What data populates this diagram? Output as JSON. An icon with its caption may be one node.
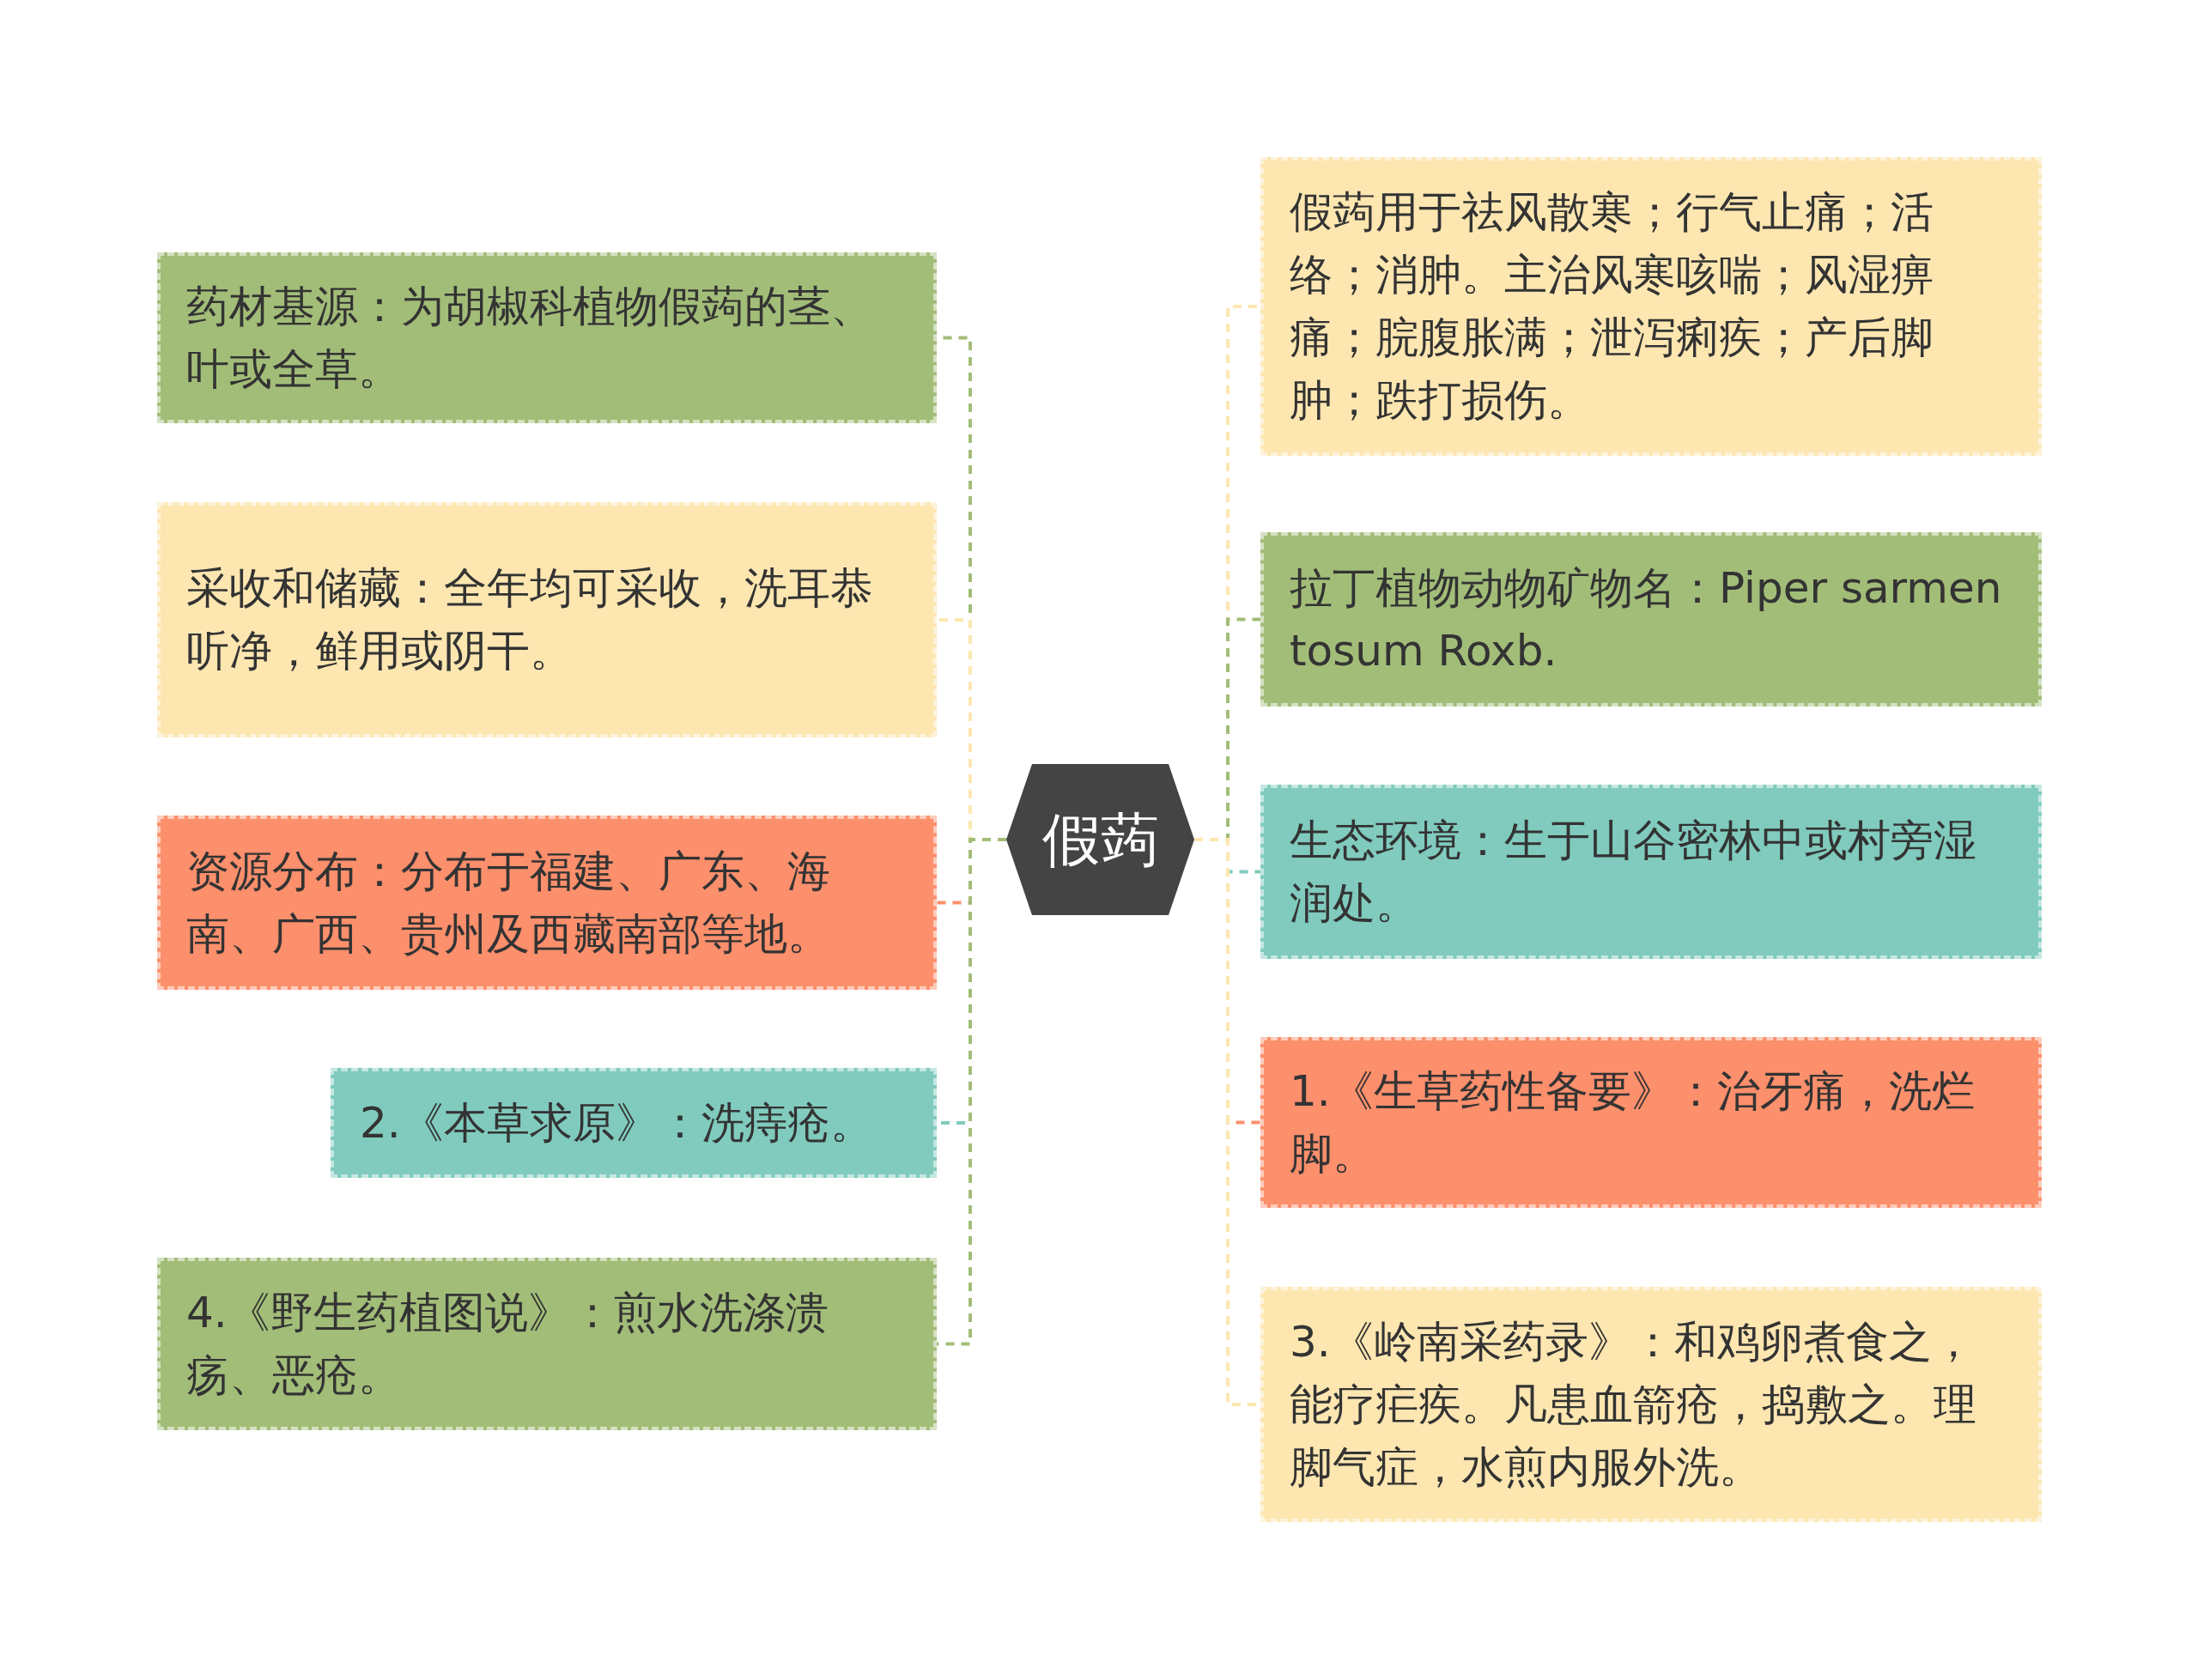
{
  "diagram": {
    "nodes": [
      {
        "text": [
          "假蒟"
        ]
      },
      {
        "text": [
          "药材基源：为胡椒科植物假蒟的茎、叶或全草。"
        ]
      },
      {
        "text": [
          "采收和储藏：全年均可采收，洗耳恭听净，鲜用或阴干。"
        ]
      },
      {
        "text": [
          "资源分布：分布于福建、广东、海南、广西、贵州及西藏南部等地。"
        ]
      },
      {
        "text": [
          "2.《本草求原》：洗痔疮。"
        ]
      },
      {
        "text": [
          "4.《野生药植图说》：煎水洗涤溃疡、恶疮。"
        ]
      },
      {
        "text": [
          "假蒟用于祛风散寒；行气止痛；活络；消肿。主治风寒咳喘；风湿痹痛；脘腹胀满；泄泻痢疾；产后脚肿；跌打损伤。"
        ]
      },
      {
        "text": [
          "拉丁植物动物矿物名：Piper sarmentosum Roxb."
        ]
      },
      {
        "text": [
          "生态环境：生于山谷密林中或村旁湿润处。"
        ]
      },
      {
        "text": [
          "1.《生草药性备要》：治牙痛，洗烂脚。"
        ]
      },
      {
        "text": [
          "3.《岭南采药录》：和鸡卵煮食之，能疗疟疾。凡患血箭疮，捣敷之。理脚气症，水煎内服外洗。"
        ]
      }
    ],
    "edges": [
      {
        "from": 0,
        "to": 1,
        "arrow": "none",
        "style": "dashed",
        "color": "#a2bd78"
      },
      {
        "from": 0,
        "to": 2,
        "arrow": "none",
        "style": "dashed",
        "color": "#fde6b0"
      },
      {
        "from": 0,
        "to": 3,
        "arrow": "none",
        "style": "dashed",
        "color": "#fc8f6c"
      },
      {
        "from": 0,
        "to": 4,
        "arrow": "none",
        "style": "dashed",
        "color": "#80cbbd"
      },
      {
        "from": 0,
        "to": 5,
        "arrow": "none",
        "style": "dashed",
        "color": "#a2bd78"
      },
      {
        "from": 0,
        "to": 6,
        "arrow": "none",
        "style": "dashed",
        "color": "#fde6b0"
      },
      {
        "from": 0,
        "to": 7,
        "arrow": "none",
        "style": "dashed",
        "color": "#a2bd78"
      },
      {
        "from": 0,
        "to": 8,
        "arrow": "none",
        "style": "dashed",
        "color": "#80cbbd"
      },
      {
        "from": 0,
        "to": 9,
        "arrow": "none",
        "style": "dashed",
        "color": "#fc8f6c"
      },
      {
        "from": 0,
        "to": 10,
        "arrow": "none",
        "style": "dashed",
        "color": "#fde6b0"
      }
    ]
  }
}
